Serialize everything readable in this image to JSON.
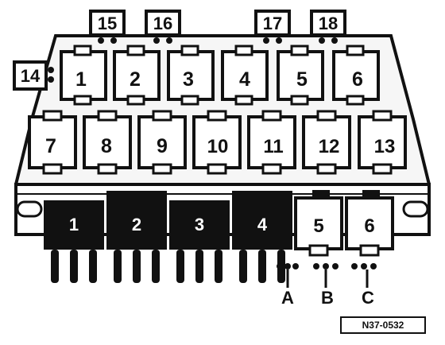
{
  "colors": {
    "ink": "#111111",
    "paper": "#ffffff",
    "panel": "#f6f6f6"
  },
  "top_relays": [
    "1",
    "2",
    "3",
    "4",
    "5",
    "6"
  ],
  "middle_relays": [
    "7",
    "8",
    "9",
    "10",
    "11",
    "12",
    "13"
  ],
  "bottom_relays_dark": [
    "1",
    "2",
    "3",
    "4"
  ],
  "bottom_relays_light": [
    "5",
    "6"
  ],
  "callouts": [
    "14",
    "15",
    "16",
    "17",
    "18"
  ],
  "terminals": [
    "A",
    "B",
    "C"
  ],
  "reference_code": "N37-0532"
}
